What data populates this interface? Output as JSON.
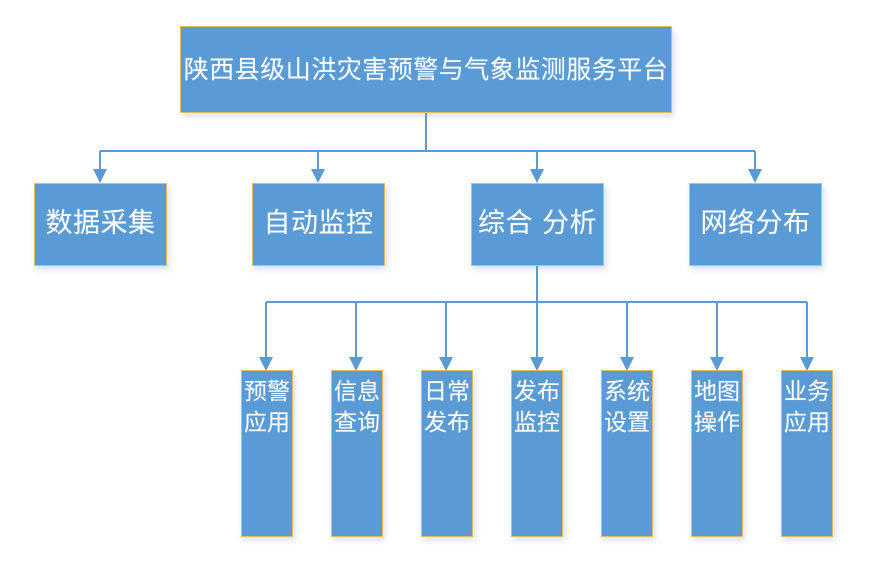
{
  "diagram": {
    "type": "organizational-hierarchy",
    "title": "陕西县级山洪灾害预警与气象监测服务平台",
    "colors": {
      "node_fill": "#5b9bd5",
      "node_border": "#e0bc5a",
      "node_text": "#ffffff",
      "connector": "#5b9bd5",
      "background": "#ffffff"
    },
    "root": {
      "label": "陕西县级山洪灾害预警与气象监测服务平台"
    },
    "level2": [
      {
        "label": "数据采集"
      },
      {
        "label": "自动监控"
      },
      {
        "label": "综合 分析"
      },
      {
        "label": "网络分布"
      }
    ],
    "level3": [
      {
        "label": "预警\n应用"
      },
      {
        "label": "信息\n查询"
      },
      {
        "label": "日常\n发布"
      },
      {
        "label": "发布\n监控"
      },
      {
        "label": "系统\n设置"
      },
      {
        "label": "地图\n操作"
      },
      {
        "label": "业务\n应用"
      }
    ]
  }
}
